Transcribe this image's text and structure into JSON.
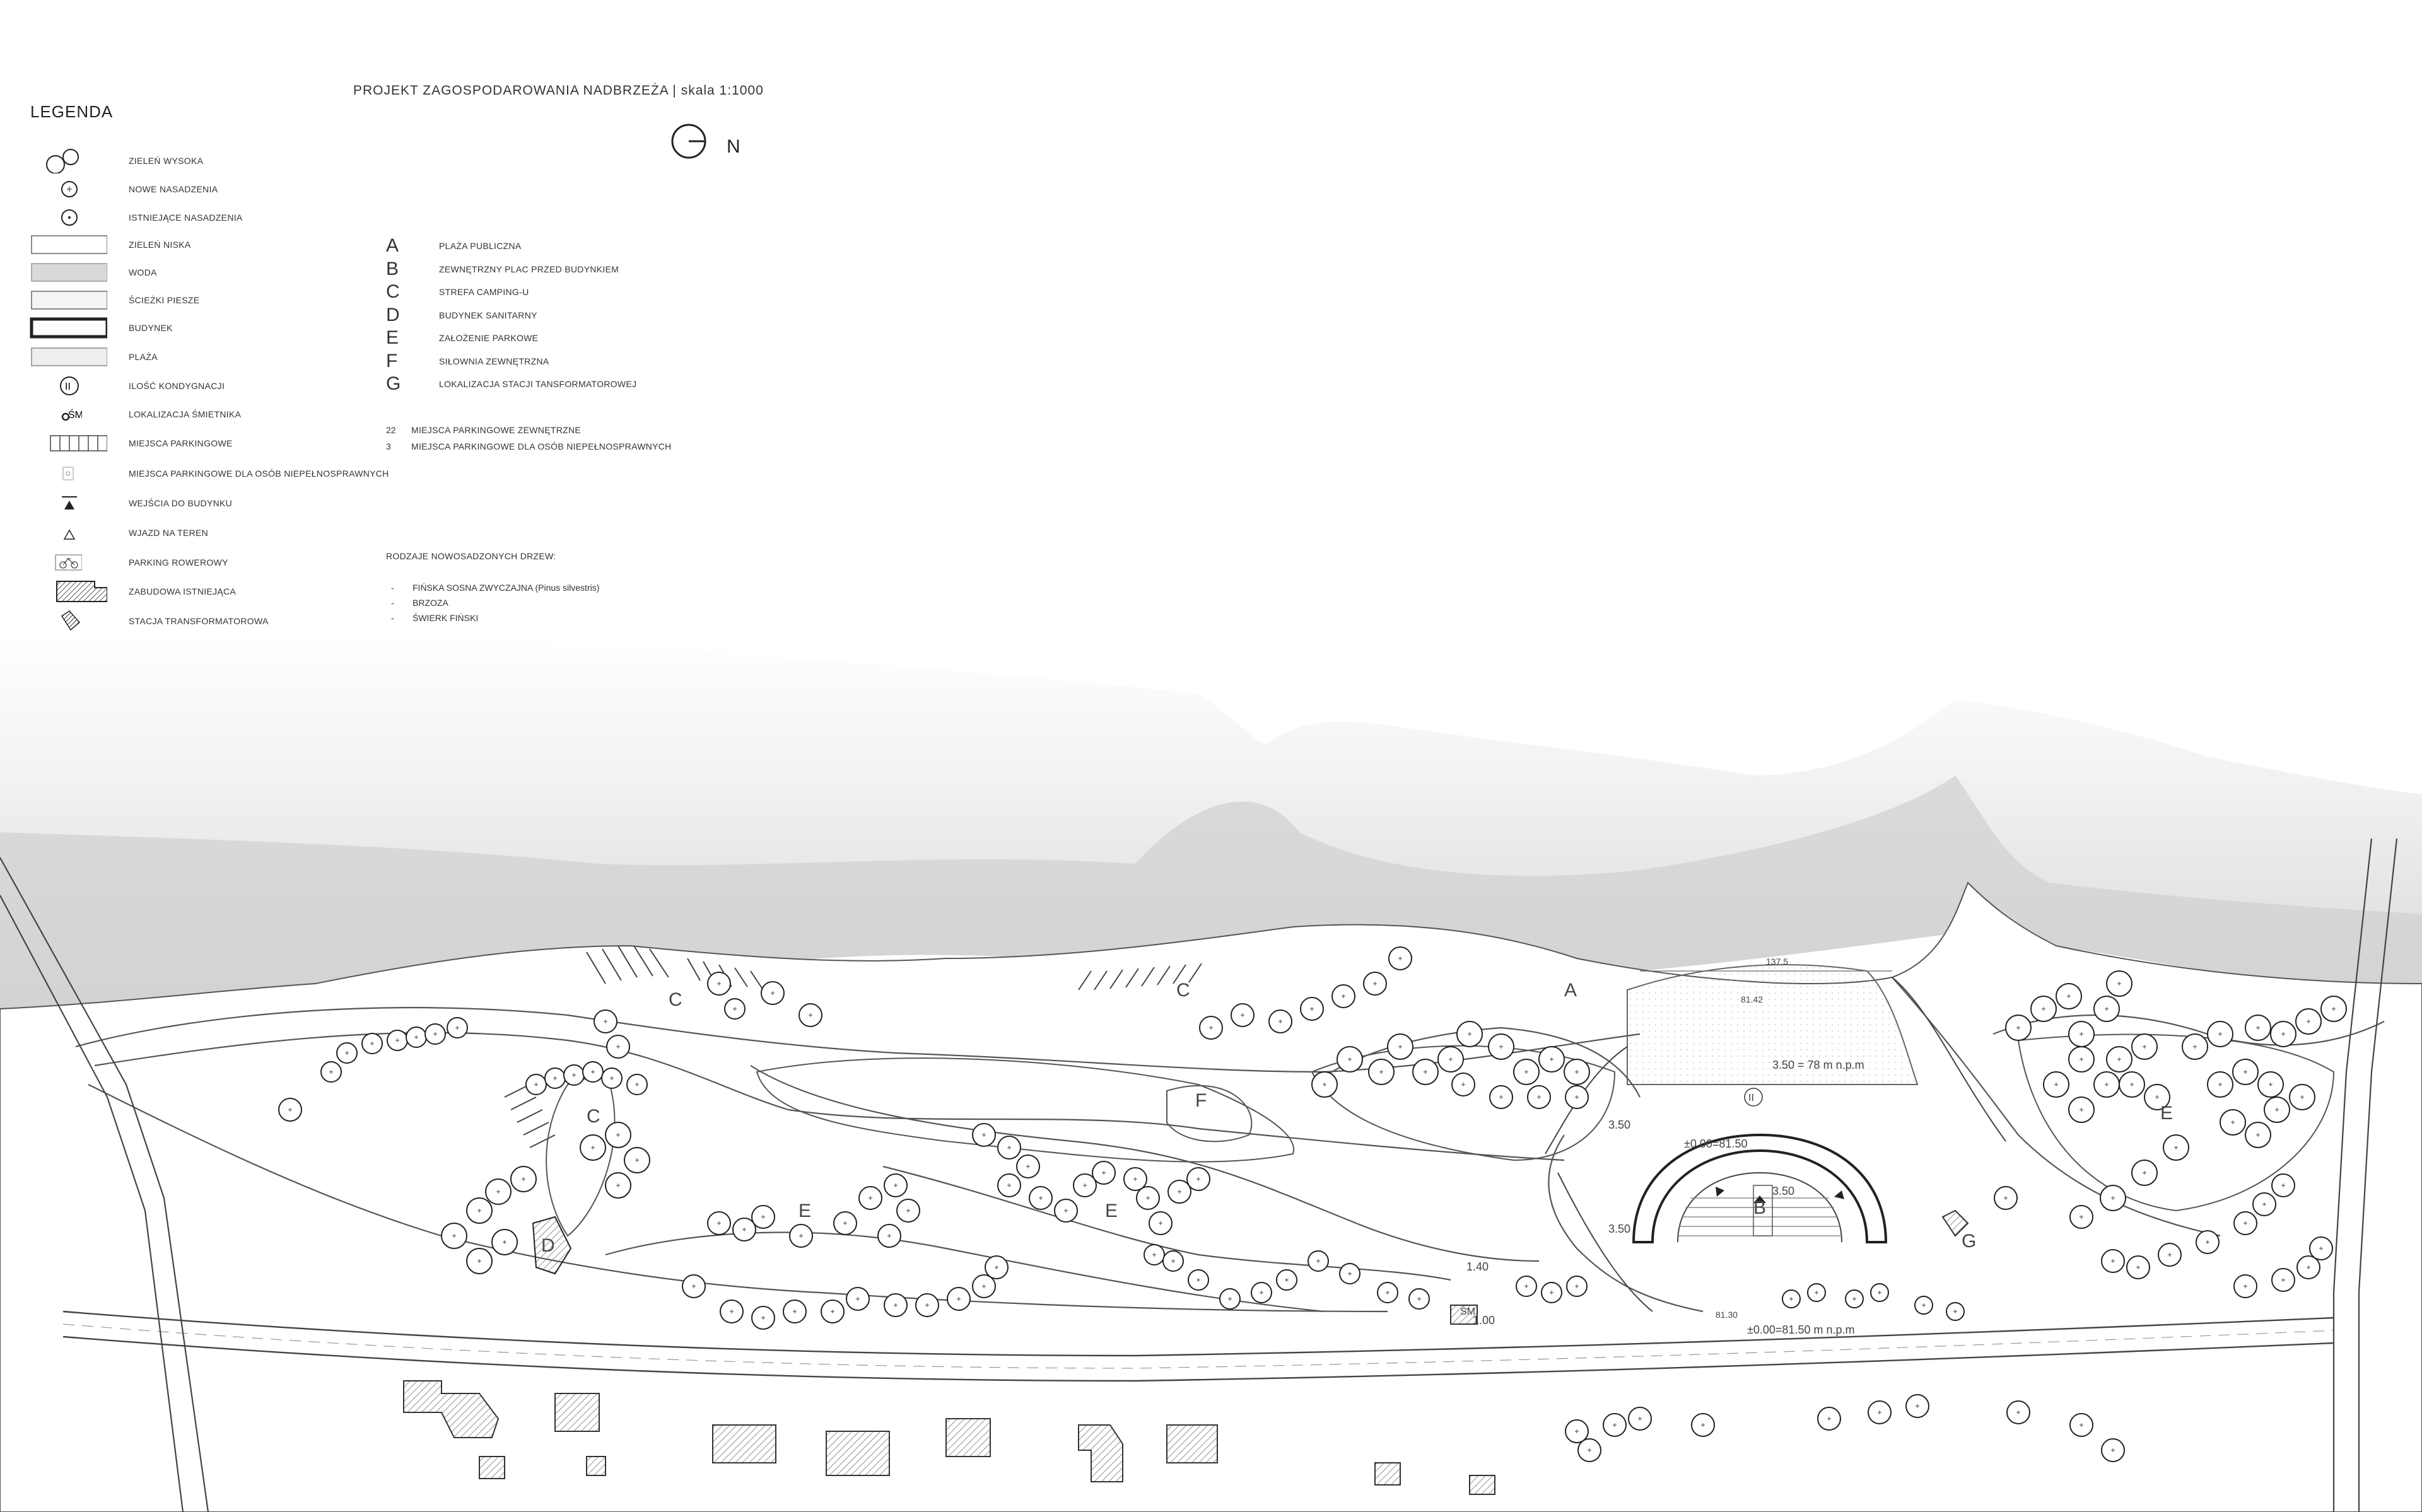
{
  "title": "PROJEKT ZAGOSPODAROWANIA NADBRZEŻA | skala 1:1000",
  "legend": {
    "title": "LEGENDA",
    "items": [
      {
        "label": "ZIELEŃ WYSOKA",
        "icon": "tall-greenery-icon"
      },
      {
        "label": "NOWE NASADZENIA",
        "icon": "new-plantings-icon"
      },
      {
        "label": "ISTNIEJĄCE NASADZENIA",
        "icon": "existing-plantings-icon"
      },
      {
        "label": "ZIELEŃ NISKA",
        "icon": "low-greenery-icon"
      },
      {
        "label": "WODA",
        "icon": "water-icon"
      },
      {
        "label": "ŚCIEŻKI PIESZE",
        "icon": "footpaths-icon"
      },
      {
        "label": "BUDYNEK",
        "icon": "building-icon"
      },
      {
        "label": "PLAŻA",
        "icon": "beach-icon"
      },
      {
        "label": "ILOŚĆ KONDYGNACJI",
        "icon": "storeys-icon",
        "symbol": "II"
      },
      {
        "label": "LOKALIZACJA ŚMIETNIKA",
        "icon": "waste-bin-icon",
        "symbol": "ŚM"
      },
      {
        "label": "MIEJSCA PARKINGOWE",
        "icon": "parking-icon"
      },
      {
        "label": "MIEJSCA PARKINGOWE DLA OSÓB NIEPEŁNOSPRAWNYCH",
        "icon": "accessible-parking-icon"
      },
      {
        "label": "WEJŚCIA DO BUDYNKU",
        "icon": "building-entrance-icon"
      },
      {
        "label": "WJAZD NA TEREN",
        "icon": "site-entry-icon"
      },
      {
        "label": "PARKING ROWEROWY",
        "icon": "bicycle-parking-icon"
      },
      {
        "label": "ZABUDOWA ISTNIEJĄCA",
        "icon": "existing-buildings-icon"
      },
      {
        "label": "STACJA TRANSFORMATOROWA",
        "icon": "transformer-station-icon"
      }
    ]
  },
  "zones": [
    {
      "letter": "A",
      "label": "PLAŻA PUBLICZNA"
    },
    {
      "letter": "B",
      "label": "ZEWNĘTRZNY PLAC PRZED BUDYNKIEM"
    },
    {
      "letter": "C",
      "label": "STREFA CAMPING-U"
    },
    {
      "letter": "D",
      "label": "BUDYNEK SANITARNY"
    },
    {
      "letter": "E",
      "label": "ZAŁOŻENIE PARKOWE"
    },
    {
      "letter": "F",
      "label": "SIŁOWNIA ZEWNĘTRZNA"
    },
    {
      "letter": "G",
      "label": "LOKALIZACJA STACJI TANSFORMATOROWEJ"
    }
  ],
  "parking": [
    {
      "count": "22",
      "label": "MIEJSCA PARKINGOWE ZEWNĘTRZNE"
    },
    {
      "count": "3",
      "label": "MIEJSCA PARKINGOWE DLA OSÓB NIEPEŁNOSPRAWNYCH"
    }
  ],
  "tree_types": {
    "title": "RODZAJE  NOWOSADZONYCH DRZEW:",
    "items": [
      "FIŃSKA SOSNA ZWYCZAJNA (Pinus silvestris)",
      "BRZOZA",
      "ŚWIERK FIŃSKI"
    ]
  },
  "north": {
    "label": "N"
  },
  "plan_labels": {
    "level_water": "3.50  =  78  m  n.p.m",
    "level_zero_top": "±0.00=81.50",
    "level_zero_bottom": "±0.00=81.50  m  n.p.m",
    "level_350_a": "3.50",
    "level_350_b": "3.50",
    "level_350_c": "3.50",
    "level_140": "1.40",
    "level_100": "1.00",
    "dim_1375": "137.5",
    "elev_8142": "81.42",
    "elev_8130": "81.30",
    "storeys": "II",
    "waste": "ŚM"
  },
  "map_zone_labels": [
    {
      "id": "A",
      "text": "A"
    },
    {
      "id": "B",
      "text": "B"
    },
    {
      "id": "C1",
      "text": "C"
    },
    {
      "id": "C2",
      "text": "C"
    },
    {
      "id": "C3",
      "text": "C"
    },
    {
      "id": "D",
      "text": "D"
    },
    {
      "id": "E1",
      "text": "E"
    },
    {
      "id": "E2",
      "text": "E"
    },
    {
      "id": "E3",
      "text": "E"
    },
    {
      "id": "F",
      "text": "F"
    },
    {
      "id": "G",
      "text": "G"
    }
  ]
}
